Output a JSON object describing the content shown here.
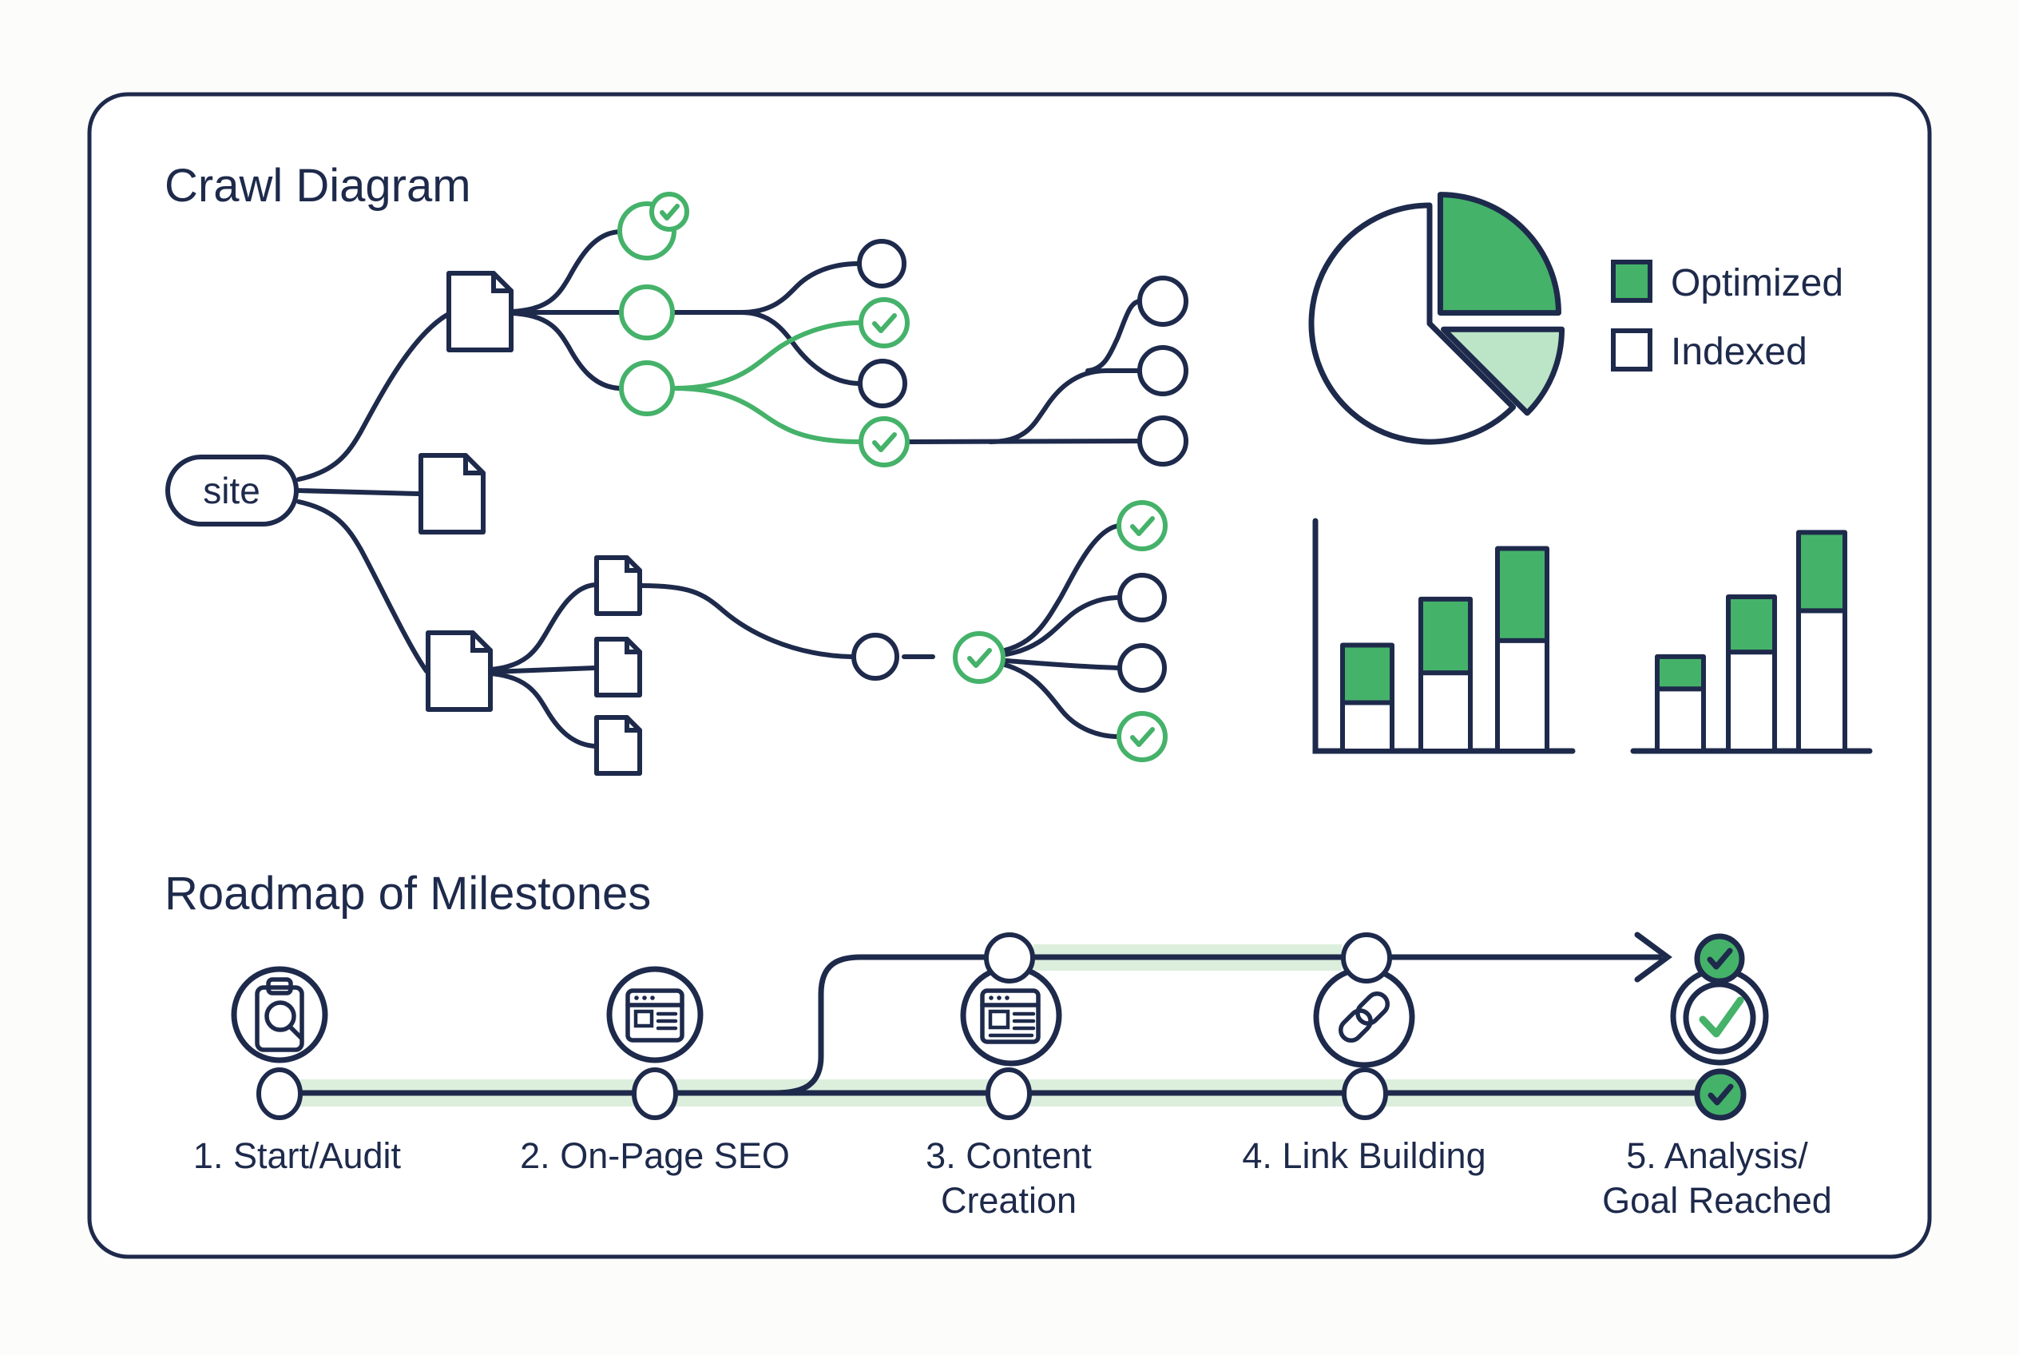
{
  "colors": {
    "navy": "#1e2a4b",
    "green": "#45b26a",
    "light_green": "#bce4c6",
    "band_green": "#dcefdd",
    "background": "#fcfcfa",
    "card_background": "#ffffff"
  },
  "crawl": {
    "title": "Crawl Diagram",
    "root_label": "site",
    "tree_summary": {
      "level1_document_nodes": 3,
      "level2_document_nodes": 3,
      "green_circle_nodes": 3,
      "plain_circle_nodes": 11,
      "green_check_nodes": 7
    }
  },
  "legend": {
    "optimized": "Optimized",
    "indexed": "Indexed"
  },
  "roadmap": {
    "title": "Roadmap of Milestones",
    "milestones": [
      {
        "label": "1. Start/Audit",
        "label_lines": [
          "1. Start/Audit"
        ],
        "icon": "clipboard-search-icon"
      },
      {
        "label": "2. On-Page SEO",
        "label_lines": [
          "2. On-Page SEO"
        ],
        "icon": "browser-window-icon"
      },
      {
        "label": "3. Content Creation",
        "label_lines": [
          "3. Content",
          "Creation"
        ],
        "icon": "content-page-icon"
      },
      {
        "label": "4. Link Building",
        "label_lines": [
          "4. Link Building"
        ],
        "icon": "chain-link-icon"
      },
      {
        "label": "5. Analysis/Goal Reached",
        "label_lines": [
          "5. Analysis/",
          "Goal Reached"
        ],
        "icon": "goal-check-icon"
      }
    ]
  },
  "chart_data": [
    {
      "id": "crawl-pie",
      "type": "pie",
      "legend_position": "right",
      "legend_entries": [
        "Optimized",
        "Indexed"
      ],
      "slices": [
        {
          "legend": "Optimized",
          "percent": 25,
          "color": "#45b26a",
          "exploded": true
        },
        {
          "legend": null,
          "percent": 12.5,
          "color": "#bce4c6",
          "exploded": true
        },
        {
          "legend": "Indexed",
          "percent": 62.5,
          "color": "#ffffff",
          "exploded": false
        }
      ]
    },
    {
      "id": "bars-left",
      "type": "bar",
      "stacked": true,
      "y_axis_shown": true,
      "tick_labels_shown": false,
      "ylim": [
        0,
        100
      ],
      "series": [
        {
          "name": "Indexed",
          "color": "#ffffff",
          "values": [
            21,
            34,
            48
          ]
        },
        {
          "name": "Optimized",
          "color": "#45b26a",
          "values": [
            25,
            32,
            40
          ]
        }
      ]
    },
    {
      "id": "bars-right",
      "type": "bar",
      "stacked": true,
      "y_axis_shown": false,
      "tick_labels_shown": false,
      "ylim": [
        0,
        100
      ],
      "series": [
        {
          "name": "Indexed",
          "color": "#ffffff",
          "values": [
            27,
            43,
            61
          ]
        },
        {
          "name": "Optimized",
          "color": "#45b26a",
          "values": [
            14,
            24,
            34
          ]
        }
      ]
    }
  ]
}
